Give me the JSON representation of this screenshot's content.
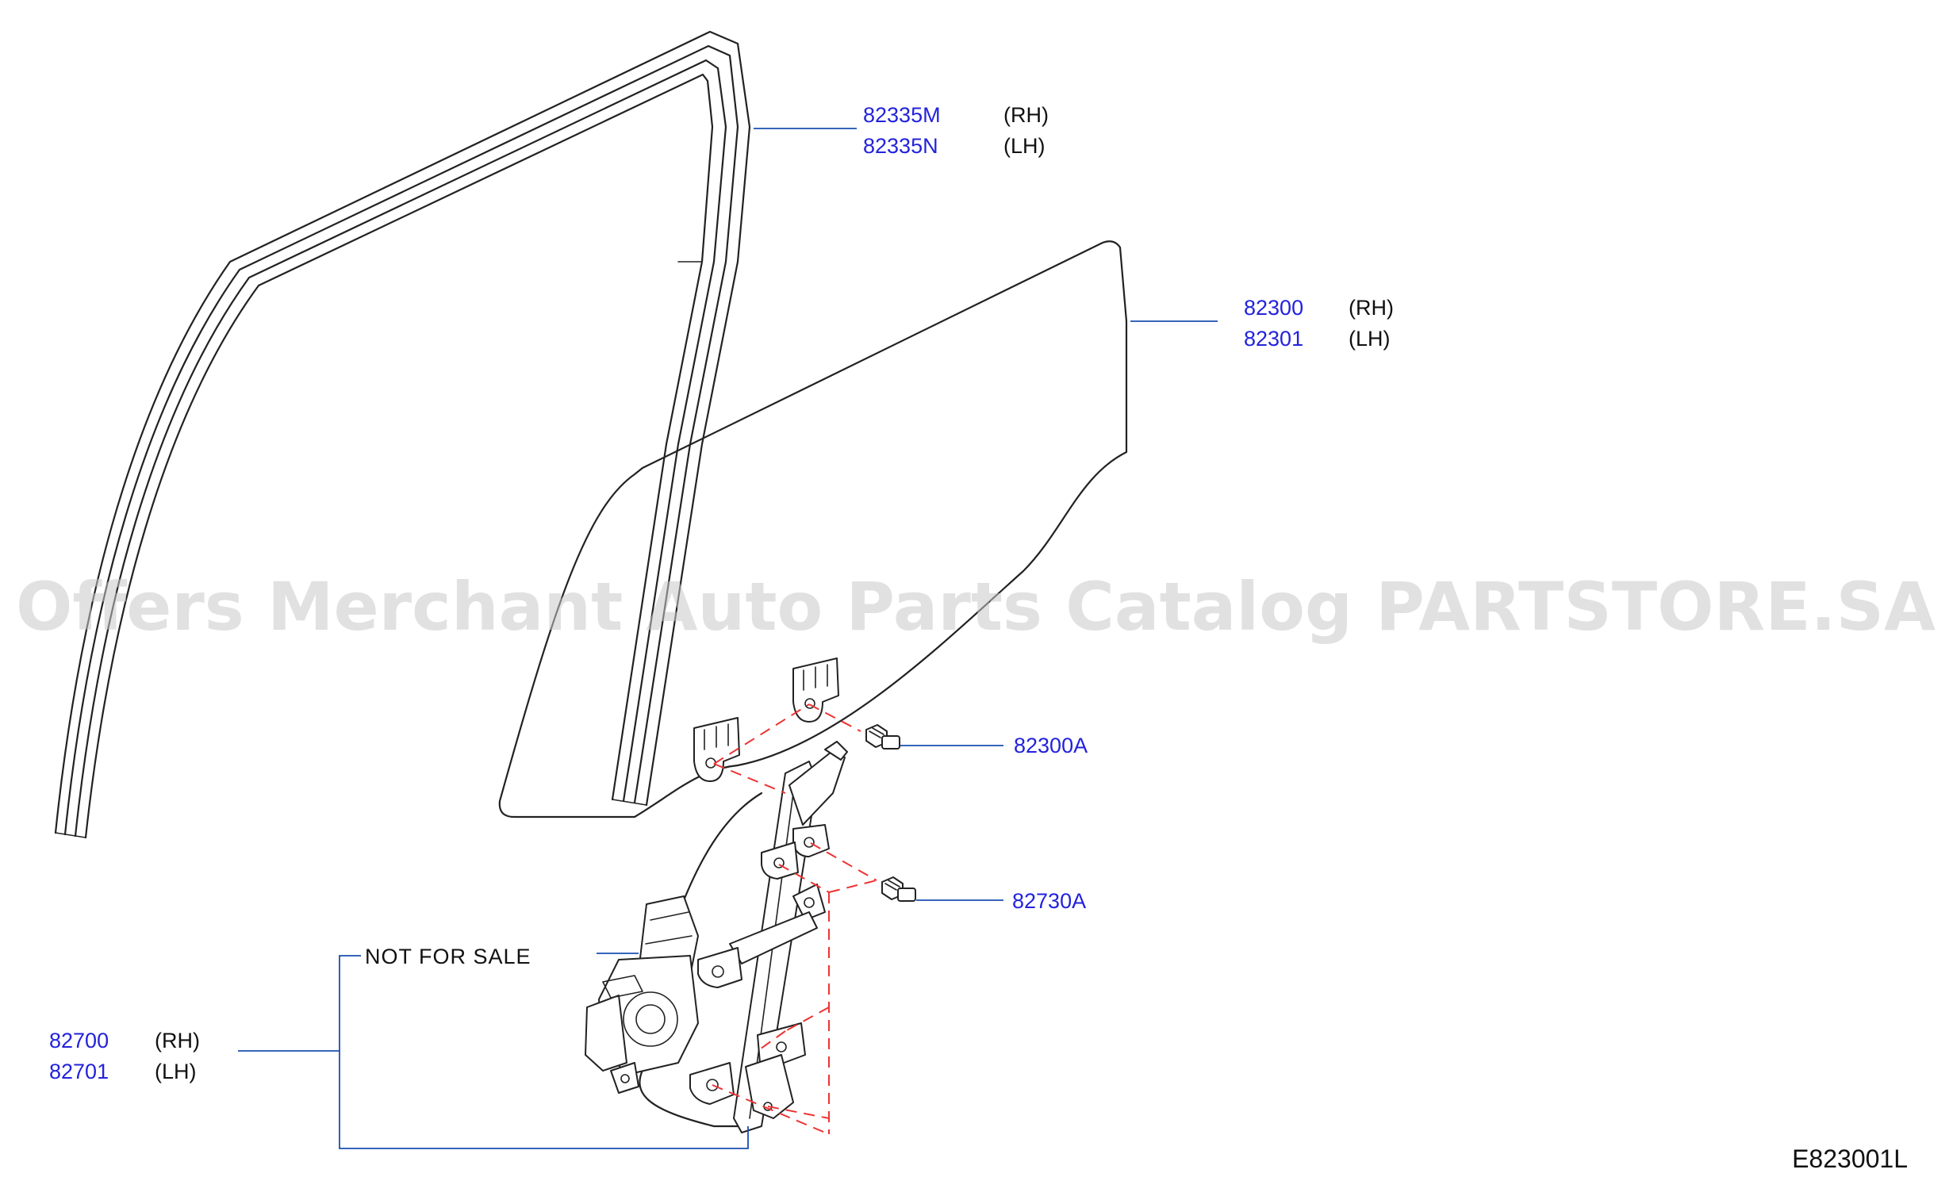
{
  "watermark": "Offers Merchant Auto Parts Catalog PARTSTORE.SA",
  "diagram_code": "E823001L",
  "note": "NOT FOR SALE",
  "colors": {
    "part_number": "#2222dd",
    "leader": "#1a4fb0",
    "dash": "#ee3333",
    "outline": "#222222"
  },
  "callouts": {
    "sash": [
      {
        "part": "82335M",
        "side": "(RH)"
      },
      {
        "part": "82335N",
        "side": "(LH)"
      }
    ],
    "glass": [
      {
        "part": "82300",
        "side": "(RH)"
      },
      {
        "part": "82301",
        "side": "(LH)"
      }
    ],
    "glass_bolt": {
      "part": "82300A"
    },
    "regulator_bolt": {
      "part": "82730A"
    },
    "regulator": [
      {
        "part": "82700",
        "side": "(RH)"
      },
      {
        "part": "82701",
        "side": "(LH)"
      }
    ]
  }
}
